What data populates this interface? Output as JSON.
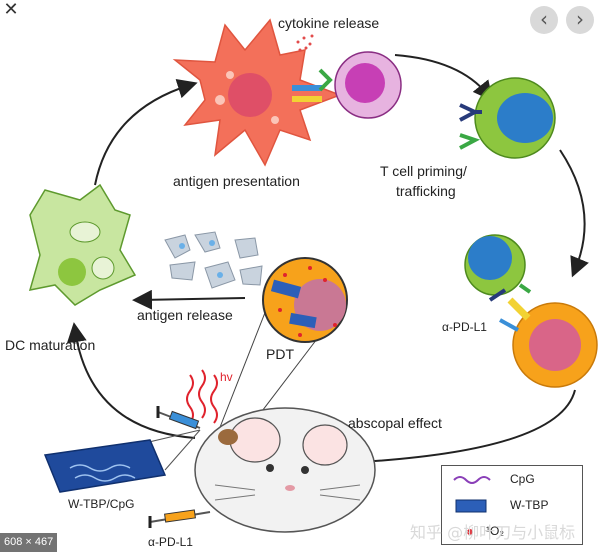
{
  "labels": {
    "cytokine_release": "cytokine release",
    "antigen_presentation": "antigen presentation",
    "t_cell_priming_1": "T cell priming/",
    "t_cell_priming_2": "trafficking",
    "apdl1_right": "α-PD-L1",
    "abscopal": "abscopal effect",
    "pdt": "PDT",
    "antigen_release": "antigen release",
    "dc_maturation": "DC maturation",
    "hv": "hv",
    "wtbp_cpg": "W-TBP/CpG",
    "apdl1_bottom": "α-PD-L1"
  },
  "legend": {
    "cpg": "CpG",
    "wtbp": "W-TBP",
    "o2": "¹O₂"
  },
  "overlay": {
    "dimensions": "608 × 467",
    "watermark": "知乎 @柳叶刀与小鼠标"
  },
  "nav": {
    "close_icon": "✕",
    "prev_icon": "‹",
    "next_icon": "›"
  },
  "colors": {
    "dc_cell": "#f3705a",
    "t_cell": "#c73fb5",
    "green_cell": "#8dc63f",
    "orange_cell": "#f7a21b",
    "mouse": "#f2f2f2"
  }
}
